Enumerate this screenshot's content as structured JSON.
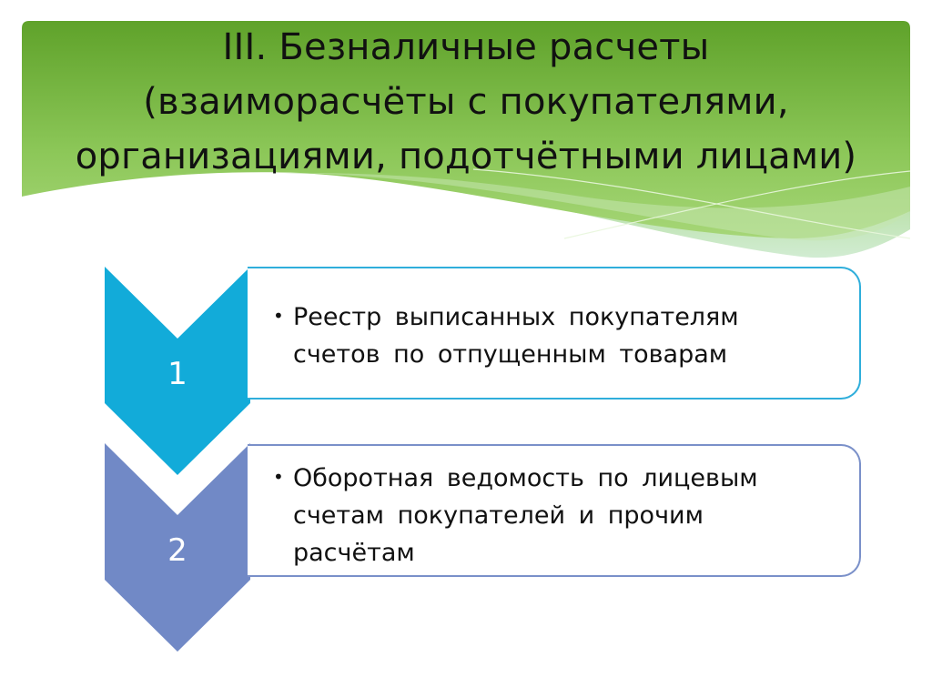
{
  "slide": {
    "title_lines": [
      "III. Безналичные расчеты",
      "(взаиморасчёты с покупателями,",
      "организациями, подотчётными лицами)"
    ],
    "colors": {
      "banner_top": "#5FA22A",
      "banner_bottom": "#A2D572",
      "banner_wave_light": "#BDE3A7",
      "step1": "#12ABD9",
      "step2": "#7189C6",
      "text": "#111111"
    }
  },
  "steps": [
    {
      "number": "1",
      "bullet": "•",
      "lines": [
        "Реестр выписанных покупателям",
        "счетов по отпущенным товарам"
      ]
    },
    {
      "number": "2",
      "bullet": "•",
      "lines": [
        "Оборотная ведомость по лицевым",
        "счетам покупателей и прочим",
        "расчётам"
      ]
    }
  ]
}
